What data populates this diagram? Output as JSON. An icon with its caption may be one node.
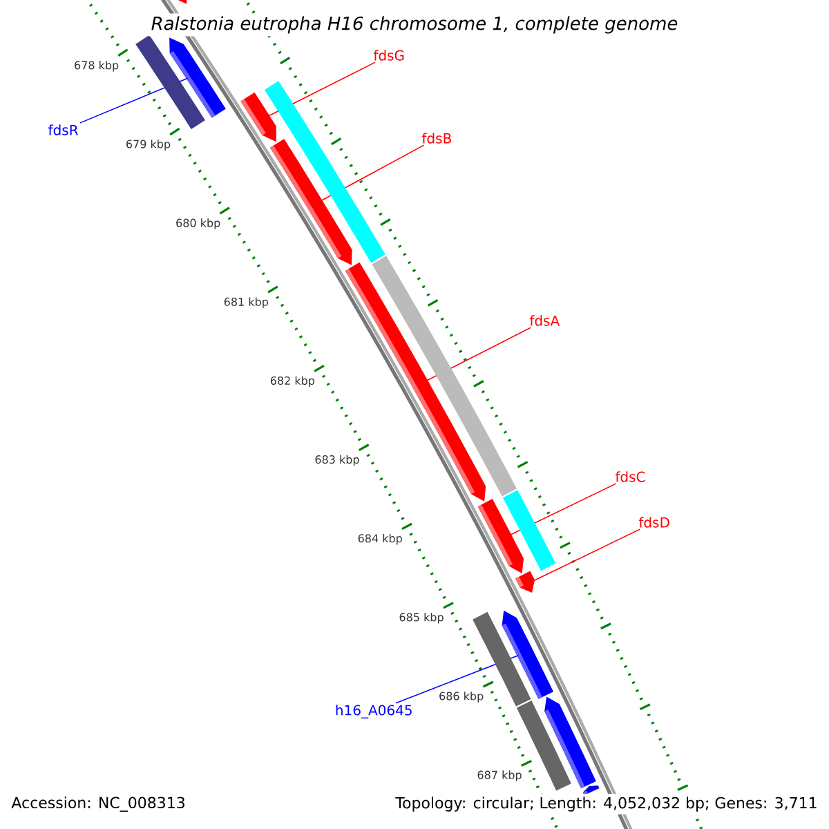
{
  "diagram": {
    "title": "Ralstonia eutropha H16 chromosome 1, complete genome",
    "nodes": [
      {
        "text": [
          "fdsG"
        ]
      },
      {
        "text": [
          "fdsR"
        ]
      },
      {
        "text": [
          "fdsB"
        ]
      },
      {
        "text": [
          "fdsA"
        ]
      },
      {
        "text": [
          "fdsC"
        ]
      },
      {
        "text": [
          "fdsD"
        ]
      },
      {
        "text": [
          "h16_A0645"
        ]
      },
      {
        "text": [],
        "shape": "pentagon"
      },
      {
        "text": [],
        "shape": "pentagon"
      },
      {
        "text": [],
        "shape": "pentagon"
      },
      {
        "text": [],
        "shape": "pentagon"
      },
      {
        "text": [],
        "shape": "pentagon"
      },
      {
        "text": [],
        "shape": "pentagon"
      },
      {
        "text": [],
        "shape": "pentagon"
      },
      {
        "text": [],
        "shape": "pentagon"
      },
      {
        "text": [],
        "shape": "pentagon"
      },
      {
        "text": [],
        "shape": "pentagon"
      },
      {
        "text": [],
        "shape": "bar"
      },
      {
        "text": [],
        "shape": "bar"
      },
      {
        "text": [],
        "shape": "bar"
      },
      {
        "text": [],
        "shape": "bar"
      },
      {
        "text": [],
        "shape": "bar"
      },
      {
        "text": [],
        "shape": "bar"
      }
    ],
    "edges": [
      {
        "from": 0,
        "to": 9,
        "arrow": "none"
      },
      {
        "from": 1,
        "to": 8,
        "arrow": "none",
        "color": "#0000ff"
      },
      {
        "from": 2,
        "to": 10,
        "arrow": "none"
      },
      {
        "from": 3,
        "to": 11,
        "arrow": "none"
      },
      {
        "from": 4,
        "to": 12,
        "arrow": "none"
      },
      {
        "from": 5,
        "to": 13,
        "arrow": "none"
      },
      {
        "from": 6,
        "to": 14,
        "arrow": "none",
        "color": "#0000ff"
      }
    ],
    "labels": [
      "678 kbp",
      "679 kbp",
      "680 kbp",
      "681 kbp",
      "682 kbp",
      "683 kbp",
      "684 kbp",
      "685 kbp",
      "686 kbp",
      "687 kbp",
      "Accession: NC_008313",
      "Topology: circular; Length: 4,052,032 bp; Genes: 3,711"
    ]
  }
}
